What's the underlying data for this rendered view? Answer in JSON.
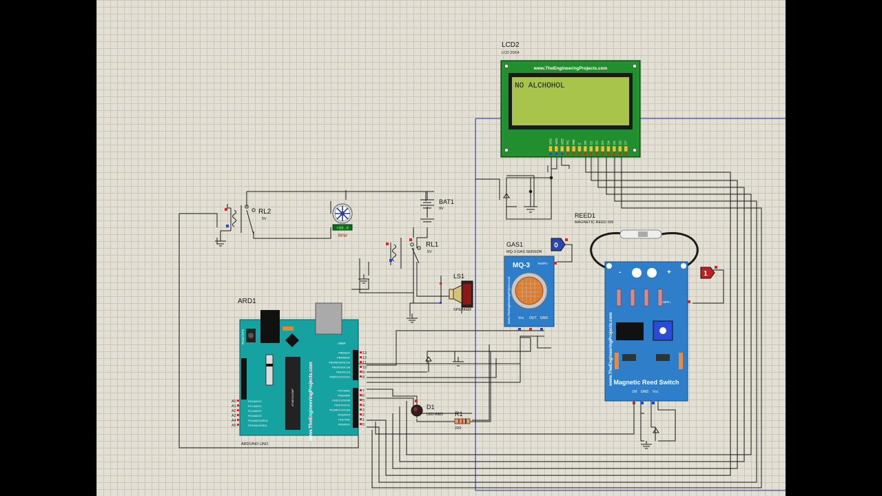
{
  "lcd": {
    "ref": "LCD2",
    "model": "LCD 20X4",
    "url": "www.TheEngineeringProjects.com",
    "text": "NO ALCHOHOL",
    "pins": [
      "VSS",
      "VDD",
      "VEE",
      "RS",
      "RW",
      "E",
      "D0",
      "D1",
      "D2",
      "D3",
      "D4",
      "D5",
      "D6",
      "D7"
    ]
  },
  "reed": {
    "ref": "REED1",
    "model": "MAGNETIC REED SW",
    "board_title": "Magnetic Reed Switch",
    "url": "www.TheEngineeringProjects.com",
    "minus": "-",
    "plus": "+",
    "pins": [
      "D0",
      "GND",
      "Vcc"
    ],
    "testpin": "TestPin"
  },
  "gas": {
    "ref": "GAS1",
    "model": "MQ-3 GAS SENSOR",
    "board_title": "MQ-3",
    "url": "www.TheEngineeringProjects.com",
    "pins": [
      "Vcc",
      "OUT",
      "GND"
    ],
    "testpin": "TestPin"
  },
  "logic_probes": {
    "gas_state": "0",
    "reed_state": "1"
  },
  "arduino": {
    "ref": "ARD1",
    "model": "ARDUINO UNO",
    "url": "www.TheEngineeringProjects.com",
    "reset": "Reset BTN",
    "aref": "AREF",
    "analog_pins": [
      "A0",
      "A1",
      "A2",
      "A3",
      "A4",
      "A5"
    ],
    "analog_labels": [
      "PC0/ADC0",
      "PC1/ADC1",
      "PC2/ADC2",
      "PC3/ADC3",
      "PC4/ADC4/SDA",
      "PC5/ADC5/SCL"
    ],
    "digital_top_labels": [
      "PB5/SCK",
      "PB4/MISO",
      "PB3/MOSI/OC2A",
      "PB2/SS/OC1B",
      "PB1/OC1A",
      "PB0/ICP1/CLKO"
    ],
    "digital_top_nums": [
      "13",
      "12",
      "11",
      "10",
      "9",
      "8"
    ],
    "digital_bottom_labels": [
      "PD7/AIN1",
      "PD6/AIN0",
      "PD5/T1/OC0B",
      "PD4/T0/XCK",
      "PD3/INT1/OC2B",
      "PD2/INT0",
      "PD1/TXD",
      "PD0/RXD"
    ],
    "digital_bottom_nums": [
      "7",
      "6",
      "5",
      "4",
      "3",
      "2",
      "1",
      "0"
    ],
    "chip_label": "ATMEGA328P"
  },
  "relay1": {
    "ref": "RL1",
    "value": "5V"
  },
  "relay2": {
    "ref": "RL2",
    "value": "5V"
  },
  "battery": {
    "ref": "BAT1",
    "value": "9V"
  },
  "motor": {
    "label": "+88.8",
    "unit": "RPM"
  },
  "speaker": {
    "ref": "LS1",
    "model": "SPEAKER"
  },
  "led": {
    "ref": "D1",
    "model": "LED-RED"
  },
  "resistor": {
    "ref": "R1",
    "value": "220"
  }
}
